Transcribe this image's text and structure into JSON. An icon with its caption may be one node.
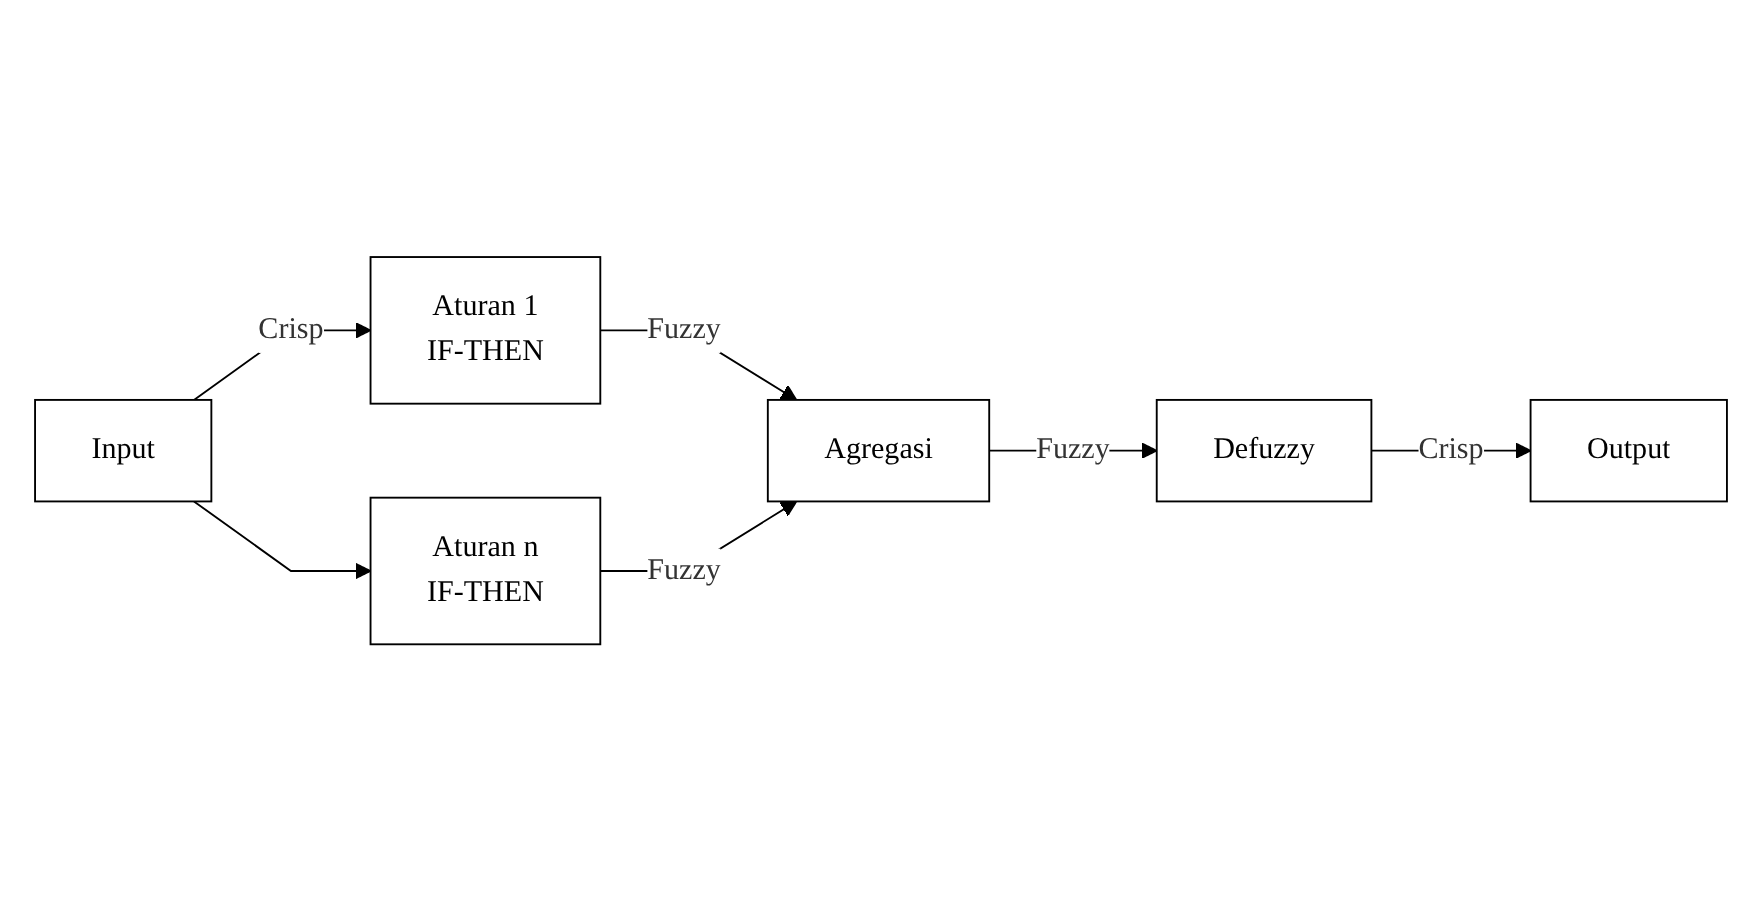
{
  "diagram": {
    "nodes": [
      {
        "text": [
          "Input"
        ]
      },
      {
        "text": [
          "Aturan 1",
          "IF-THEN"
        ]
      },
      {
        "text": [
          "Aturan n",
          "IF-THEN"
        ]
      },
      {
        "text": [
          "Agregasi"
        ]
      },
      {
        "text": [
          "Defuzzy"
        ]
      },
      {
        "text": [
          "Output"
        ]
      }
    ],
    "edges": [
      {
        "from": 0,
        "to": 1,
        "arrow": "to",
        "label": "Crisp"
      },
      {
        "from": 0,
        "to": 2,
        "arrow": "to"
      },
      {
        "from": 1,
        "to": 3,
        "arrow": "to",
        "label": "Fuzzy"
      },
      {
        "from": 2,
        "to": 3,
        "arrow": "to",
        "label": "Fuzzy"
      },
      {
        "from": 3,
        "to": 4,
        "arrow": "to",
        "label": "Fuzzy"
      },
      {
        "from": 4,
        "to": 5,
        "arrow": "to",
        "label": "Crisp"
      }
    ]
  }
}
